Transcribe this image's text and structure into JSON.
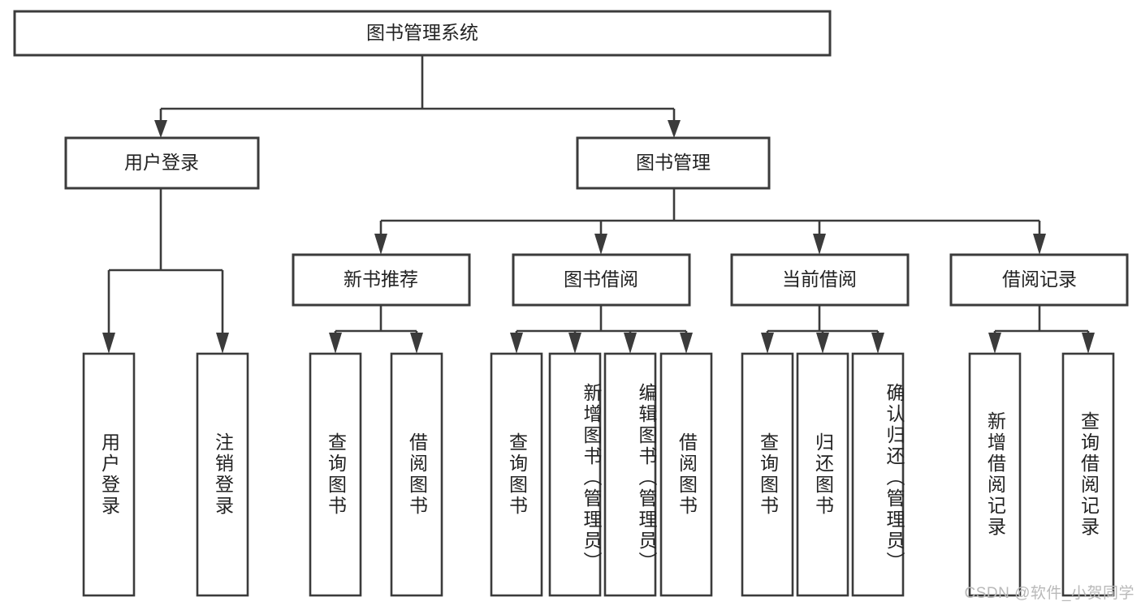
{
  "diagram": {
    "type": "tree-hierarchy",
    "title": "图书管理系统",
    "orientation": "top-down",
    "colors": {
      "box_stroke": "#3b3b3b",
      "box_fill": "#ffffff",
      "text": "#222222",
      "background": "#ffffff",
      "watermark": "#b9b9b9"
    },
    "levels": {
      "root": {
        "label": "图书管理系统"
      },
      "level2": [
        {
          "label": "用户登录"
        },
        {
          "label": "图书管理"
        }
      ],
      "level3": [
        {
          "label": "新书推荐"
        },
        {
          "label": "图书借阅"
        },
        {
          "label": "当前借阅"
        },
        {
          "label": "借阅记录"
        }
      ],
      "leaves": {
        "user_login": [
          {
            "label": "用户登录"
          },
          {
            "label": "注销登录"
          }
        ],
        "new_book_recommend": [
          {
            "label": "查询图书"
          },
          {
            "label": "借阅图书"
          }
        ],
        "book_borrow": [
          {
            "label": "查询图书"
          },
          {
            "label": "新增图书（管理员）"
          },
          {
            "label": "编辑图书（管理员）"
          },
          {
            "label": "借阅图书"
          }
        ],
        "current_borrow": [
          {
            "label": "查询图书"
          },
          {
            "label": "归还图书"
          },
          {
            "label": "确认归还（管理员）"
          }
        ],
        "borrow_records": [
          {
            "label": "新增借阅记录"
          },
          {
            "label": "查询借阅记录"
          }
        ]
      }
    }
  },
  "watermark": {
    "text": "CSDN @软件_小贺同学"
  }
}
